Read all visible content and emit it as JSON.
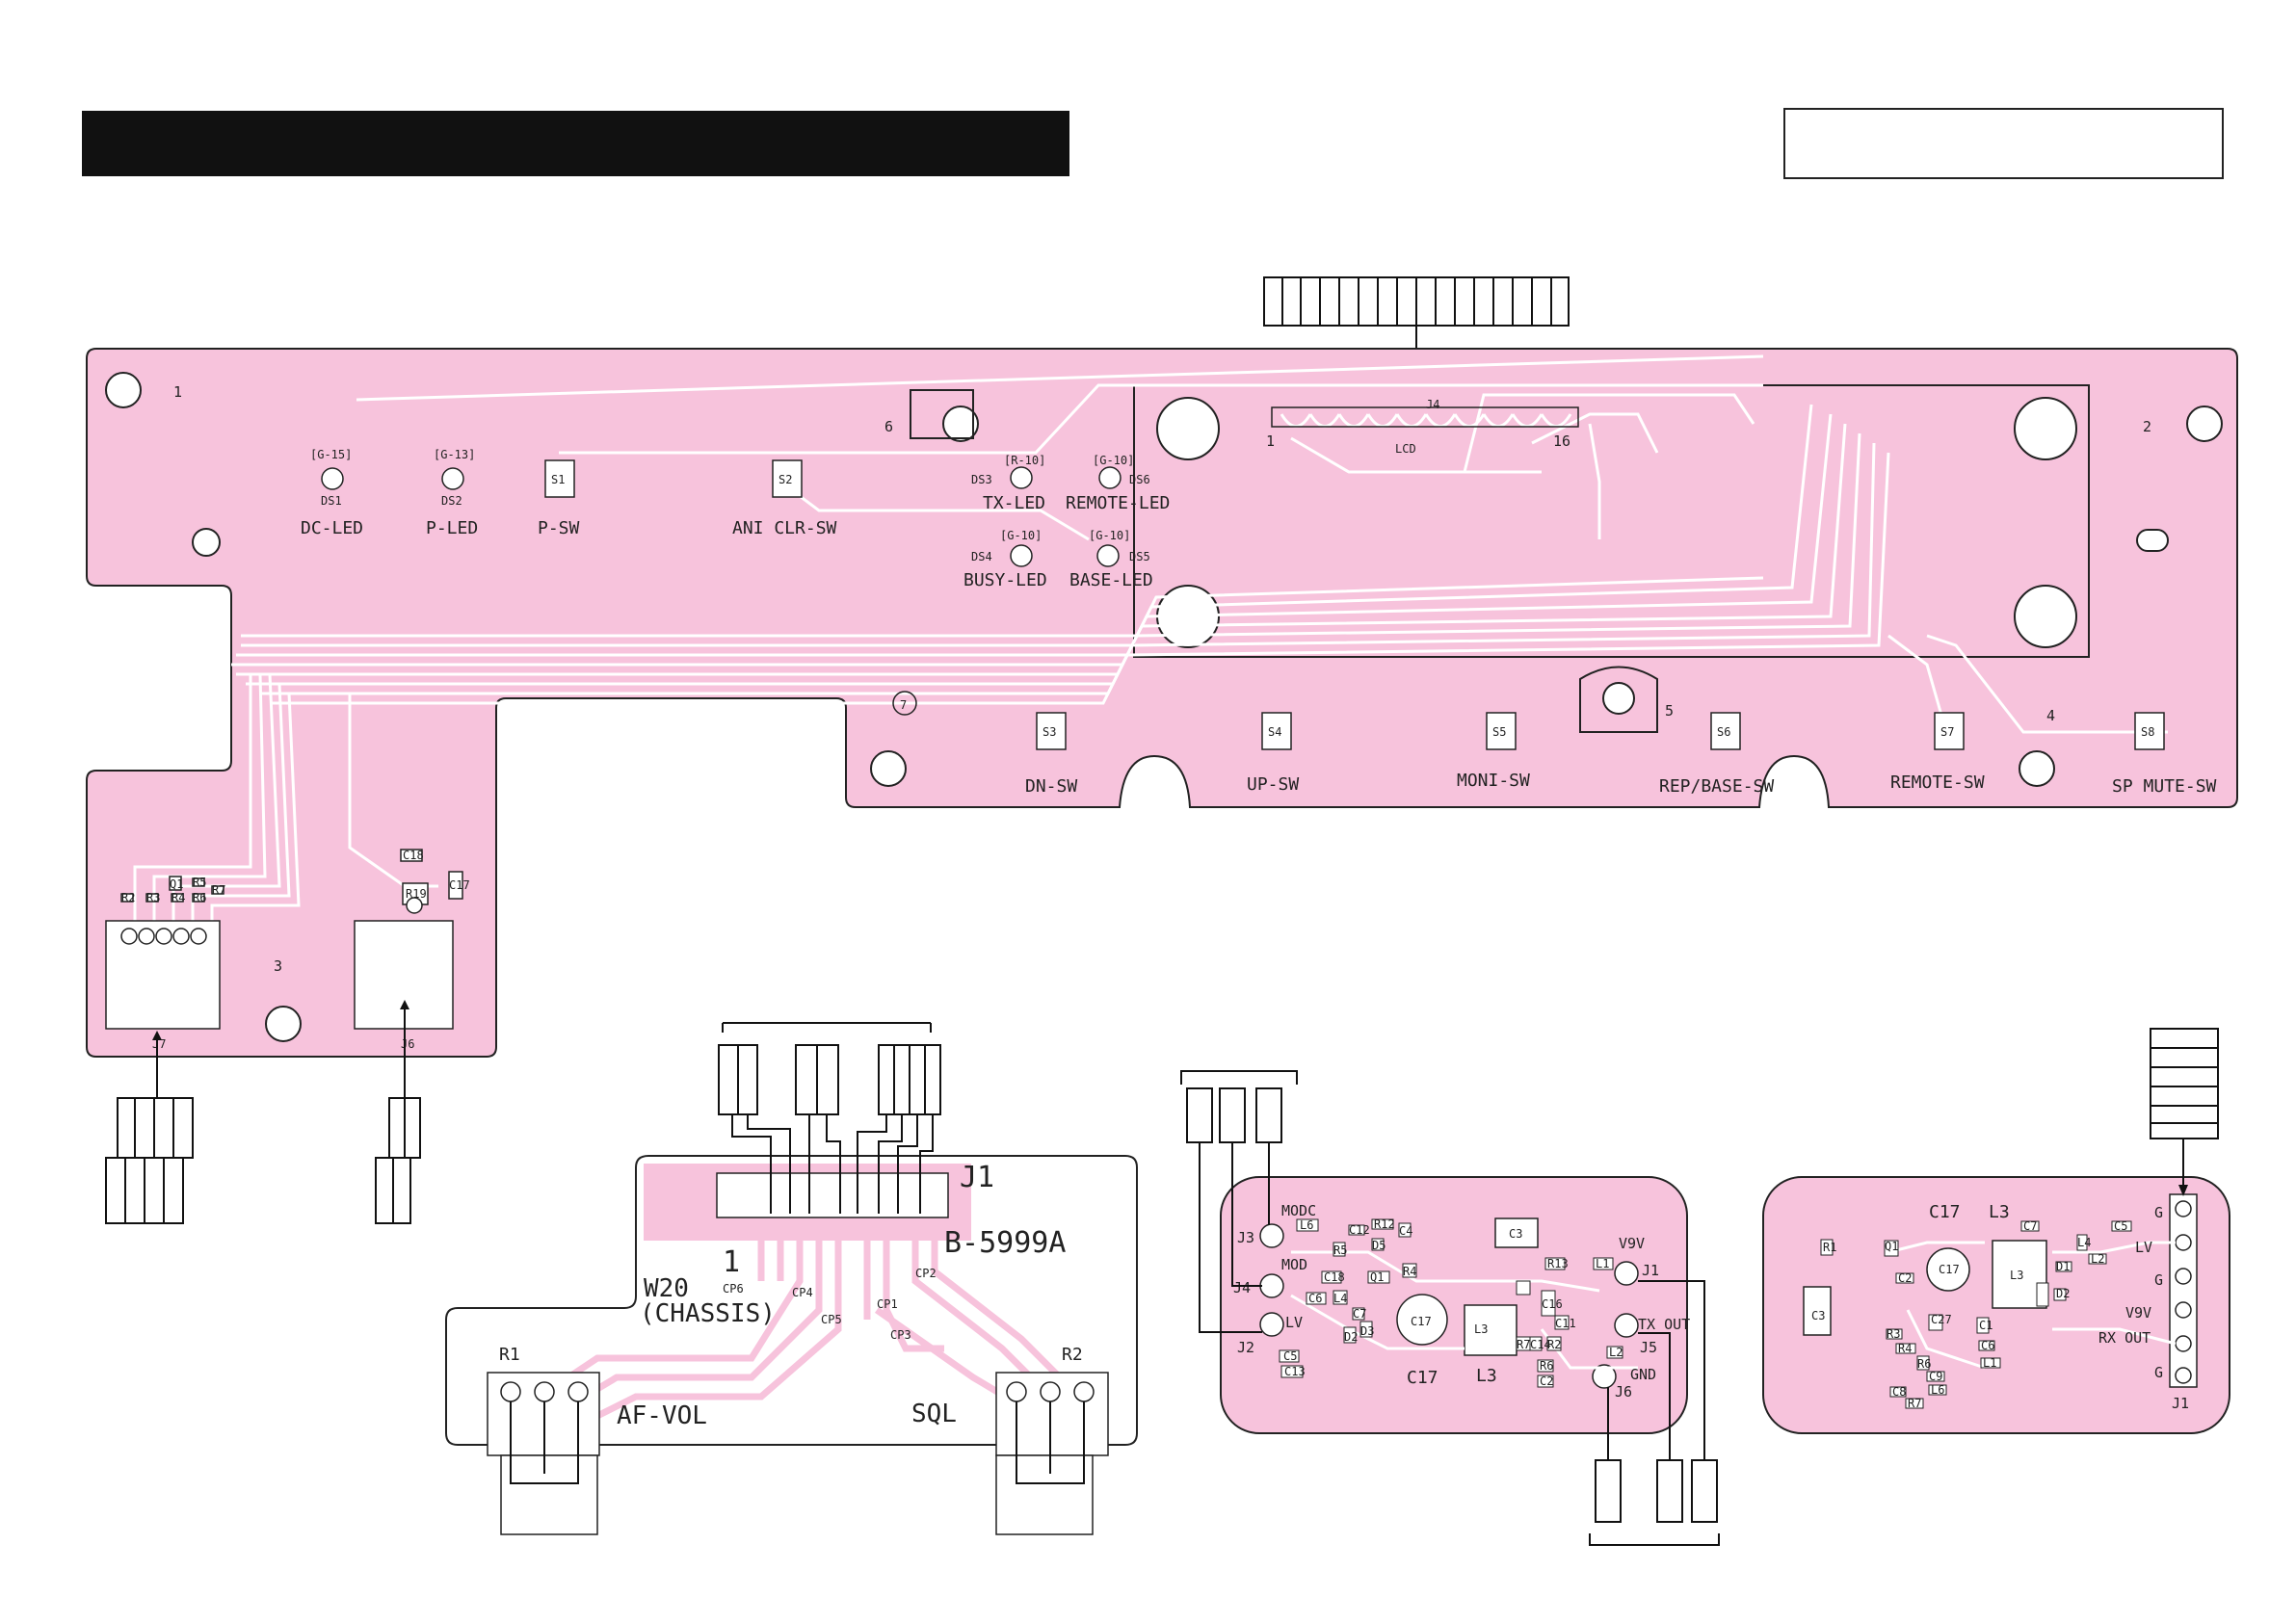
{
  "header": {
    "left_bar": "",
    "right_box": ""
  },
  "main_board": {
    "corner_labels": [
      "1",
      "2",
      "3",
      "4",
      "5",
      "6",
      "7"
    ],
    "leds": [
      {
        "grid": "[G-15]",
        "ref": "DS1",
        "label": "DC-LED"
      },
      {
        "grid": "[G-13]",
        "ref": "DS2",
        "label": "P-LED"
      },
      {
        "grid": "[R-10]",
        "ref": "DS3",
        "label": "TX-LED"
      },
      {
        "grid": "[G-10]",
        "ref": "DS6",
        "label": "REMOTE-LED"
      },
      {
        "grid": "[G-10]",
        "ref": "DS4",
        "label": "BUSY-LED"
      },
      {
        "grid": "[G-10]",
        "ref": "DS5",
        "label": "BASE-LED"
      }
    ],
    "switches": [
      {
        "ref": "S1",
        "label": "P-SW"
      },
      {
        "ref": "S2",
        "label": "ANI CLR-SW"
      },
      {
        "ref": "S3",
        "label": "DN-SW"
      },
      {
        "ref": "S4",
        "label": "UP-SW"
      },
      {
        "ref": "S5",
        "label": "MONI-SW"
      },
      {
        "ref": "S6",
        "label": "REP/BASE-SW"
      },
      {
        "ref": "S7",
        "label": "REMOTE-SW"
      },
      {
        "ref": "S8",
        "label": "SP MUTE-SW"
      }
    ],
    "lcd": {
      "ref": "J4",
      "label": "LCD",
      "pin_start": "1",
      "pin_end": "16"
    },
    "small_parts": [
      "C18",
      "R19",
      "C17",
      "R2",
      "R3",
      "R4",
      "R5",
      "R6",
      "R7",
      "Q1"
    ],
    "connectors": [
      "J7",
      "J6"
    ]
  },
  "vol_board": {
    "ref": "B-5999A",
    "connector": "J1",
    "pin1": "1",
    "chassis_label": "W20",
    "chassis_sub": "(CHASSIS)",
    "pots": [
      {
        "ref": "R1",
        "label": "AF-VOL"
      },
      {
        "ref": "R2",
        "label": "SQL"
      }
    ],
    "pads": [
      "CP1",
      "CP2",
      "CP3",
      "CP4",
      "CP5",
      "CP6"
    ]
  },
  "rx_board_a": {
    "jacks": [
      {
        "ref": "J3",
        "label": "MODC"
      },
      {
        "ref": "J4",
        "label": "MOD"
      },
      {
        "ref": "J2",
        "label": "LV"
      },
      {
        "ref": "J1",
        "label": "V9V"
      },
      {
        "ref": "J5",
        "label": "TX OUT"
      },
      {
        "ref": "J6",
        "label": "GND"
      }
    ],
    "parts": [
      "L6",
      "R12",
      "C4",
      "C12",
      "R5",
      "D5",
      "C18",
      "R4",
      "C6",
      "L4",
      "Q1",
      "C7",
      "D3",
      "D2",
      "C3",
      "R13",
      "L1",
      "C16",
      "C11",
      "R7",
      "C14",
      "R2",
      "C5",
      "C13",
      "R6",
      "C2",
      "L2"
    ],
    "big_parts": [
      {
        "ref": "C17"
      },
      {
        "ref": "L3"
      }
    ]
  },
  "rx_board_b": {
    "connector": "J1",
    "pins": [
      "G",
      "LV",
      "G",
      "V9V",
      "RX OUT",
      "G"
    ],
    "big_parts": [
      {
        "ref": "C17"
      },
      {
        "ref": "L3"
      }
    ],
    "parts": [
      "C7",
      "C5",
      "L4",
      "C3",
      "Q1",
      "C2",
      "R1",
      "R3",
      "L2",
      "D1",
      "D2",
      "C1",
      "R4",
      "C9",
      "R6",
      "L6",
      "C8",
      "C27",
      "R7",
      "C6",
      "L1"
    ]
  }
}
